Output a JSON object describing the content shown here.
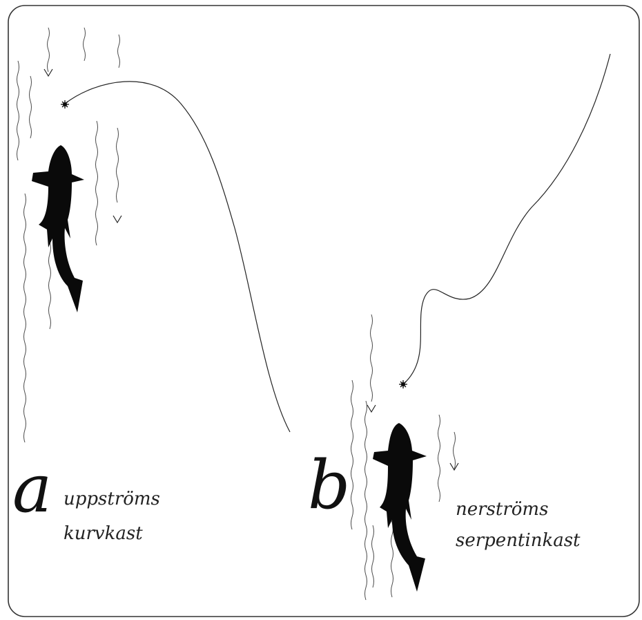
{
  "colors": {
    "background": "#ffffff",
    "ink": "#0a0a0a",
    "frame": "#333333"
  },
  "panel_a": {
    "letter": "a",
    "line1": "uppströms",
    "line2": "kurvkast"
  },
  "panel_b": {
    "letter": "b",
    "line1": "nerströms",
    "line2": "serpentinkast"
  }
}
